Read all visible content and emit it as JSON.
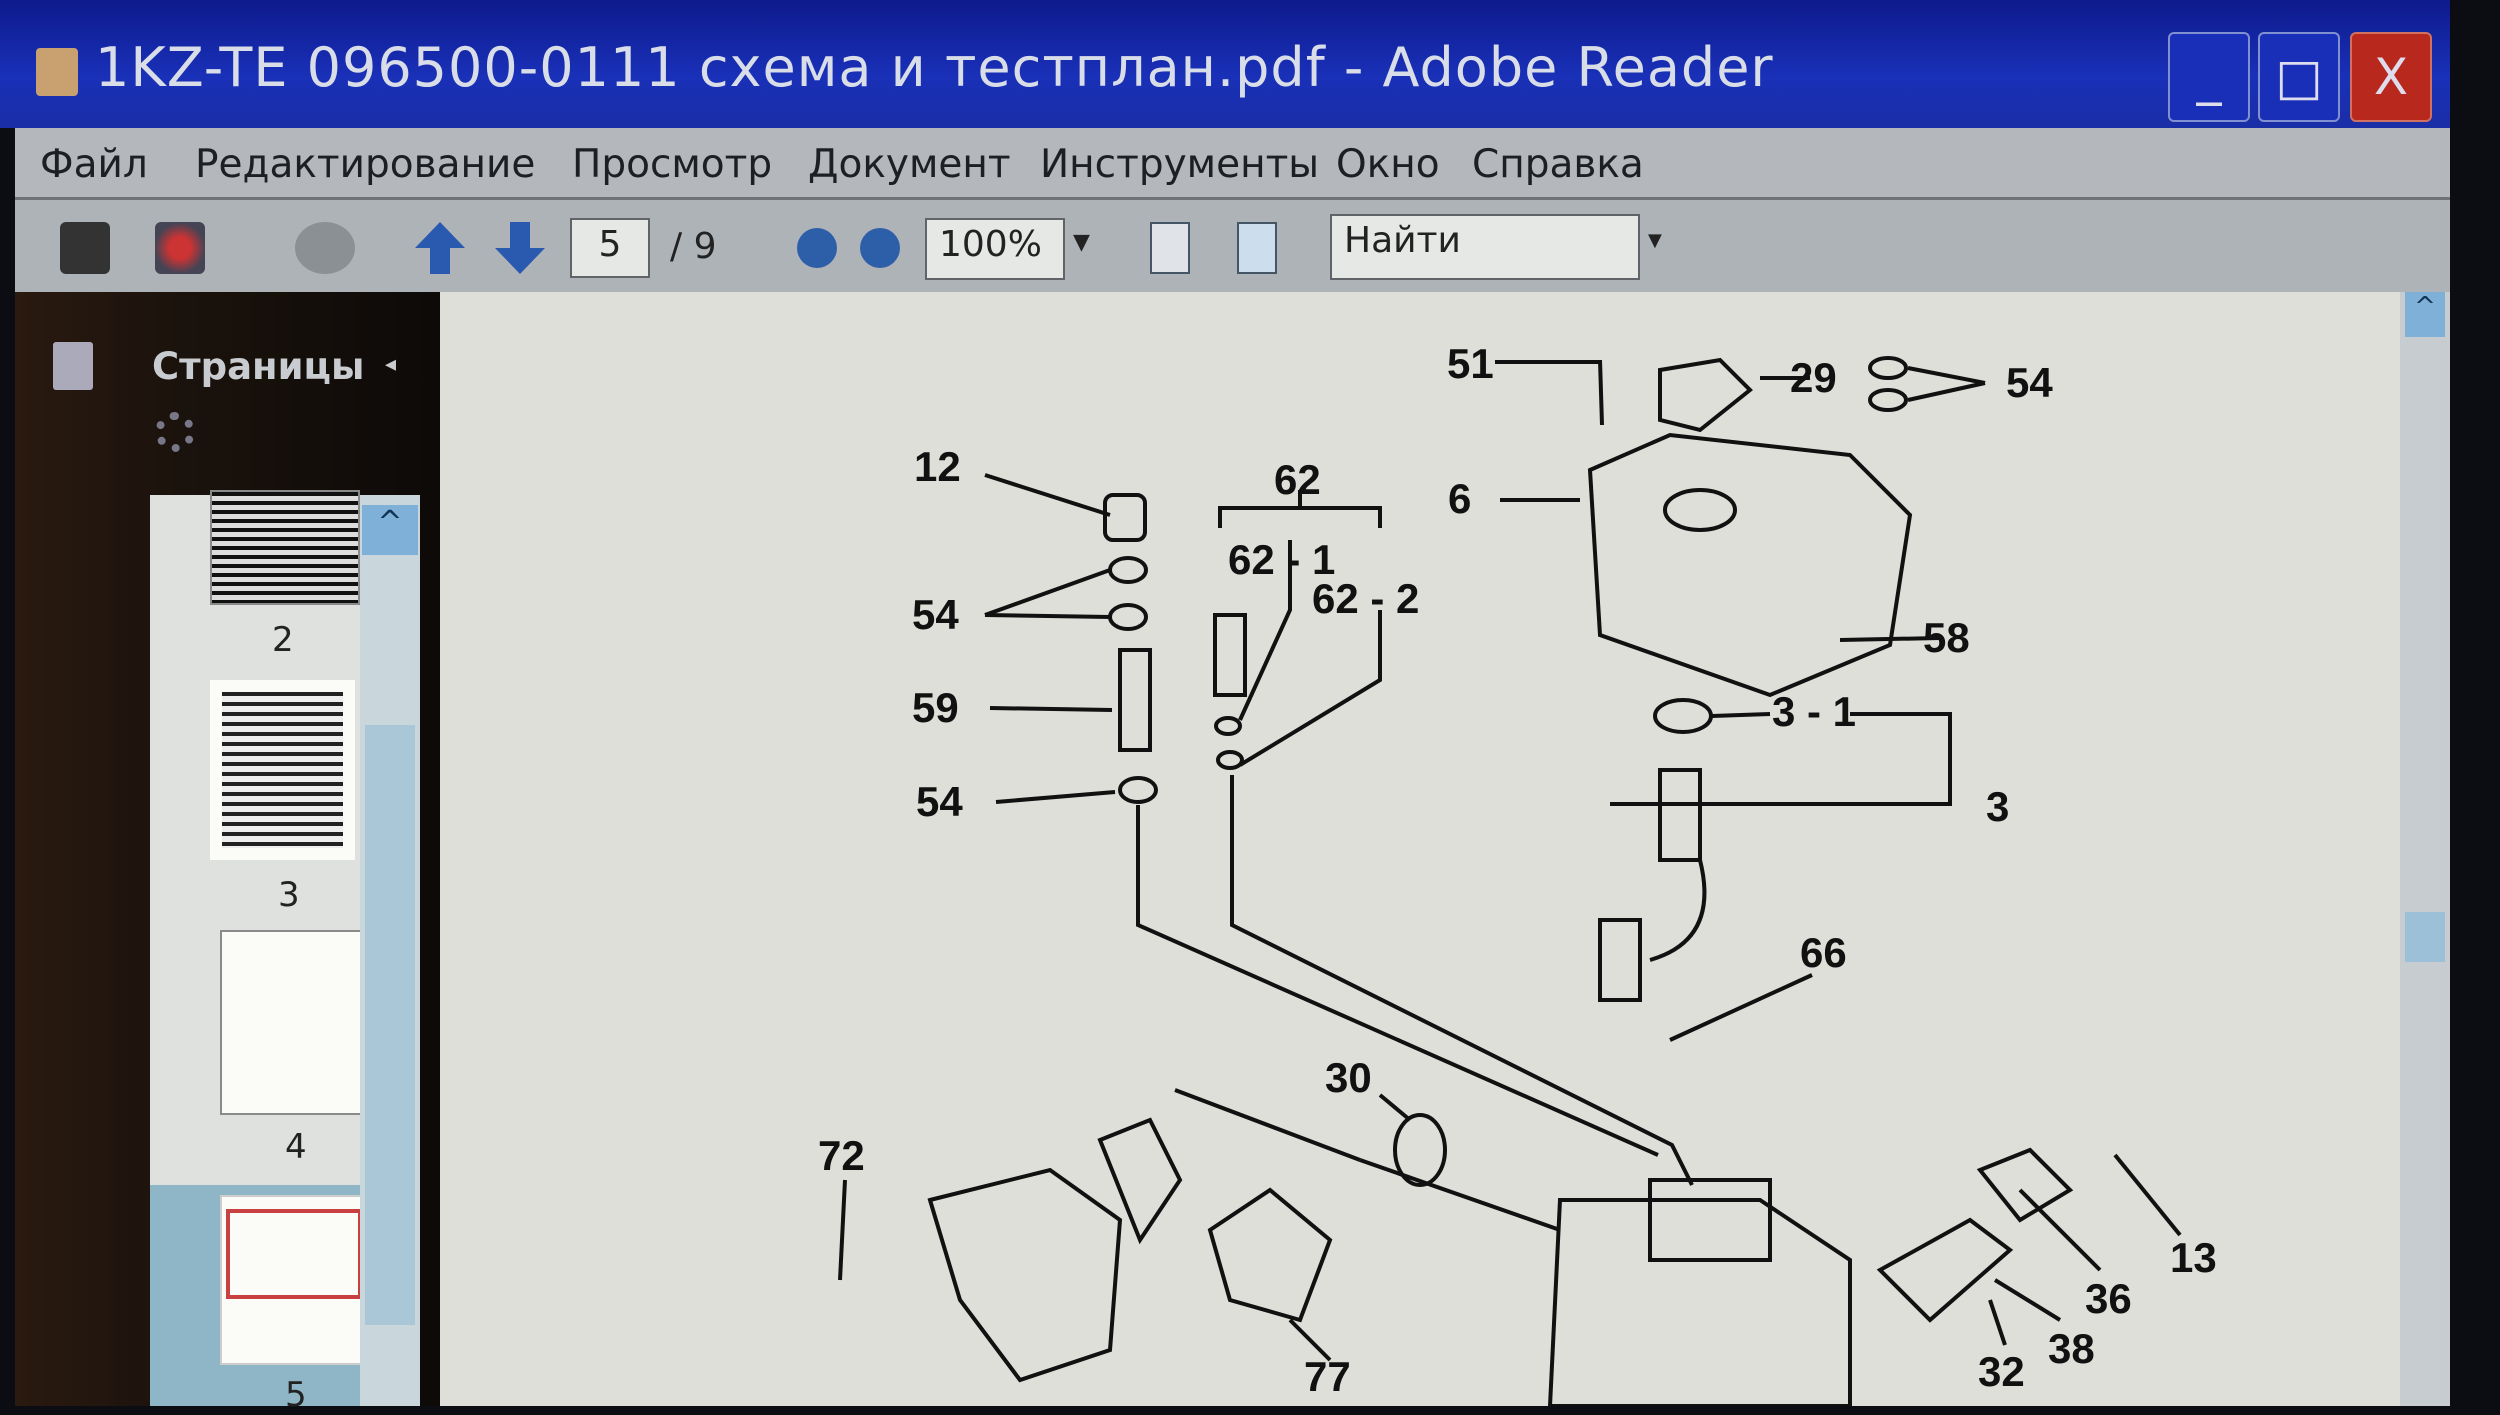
{
  "window": {
    "title": "1KZ-TE 096500-0111 схема и тестплан.pdf - Adobe Reader",
    "minimize": "_",
    "maximize": "□",
    "close": "X"
  },
  "menu": [
    "Файл",
    "Редактирование",
    "Просмотр",
    "Документ",
    "Инструменты",
    "Окно",
    "Справка"
  ],
  "toolbar": {
    "page_current": "5",
    "page_total": "/ 9",
    "zoom": "100%",
    "find_placeholder": "Найти"
  },
  "sidebar": {
    "title": "Страницы",
    "thumbnails": [
      "2",
      "3",
      "4",
      "5"
    ],
    "selected_page": "5"
  },
  "diagram": {
    "labels": [
      "51",
      "29",
      "54",
      "12",
      "62",
      "6",
      "62 - 1",
      "62 - 2",
      "54",
      "58",
      "59",
      "3 - 1",
      "54",
      "3",
      "66",
      "30",
      "72",
      "13",
      "36",
      "38",
      "32",
      "77"
    ]
  },
  "colors": {
    "titlebar": "#1930b8",
    "close": "#b8281c",
    "selection": "#c94040"
  }
}
